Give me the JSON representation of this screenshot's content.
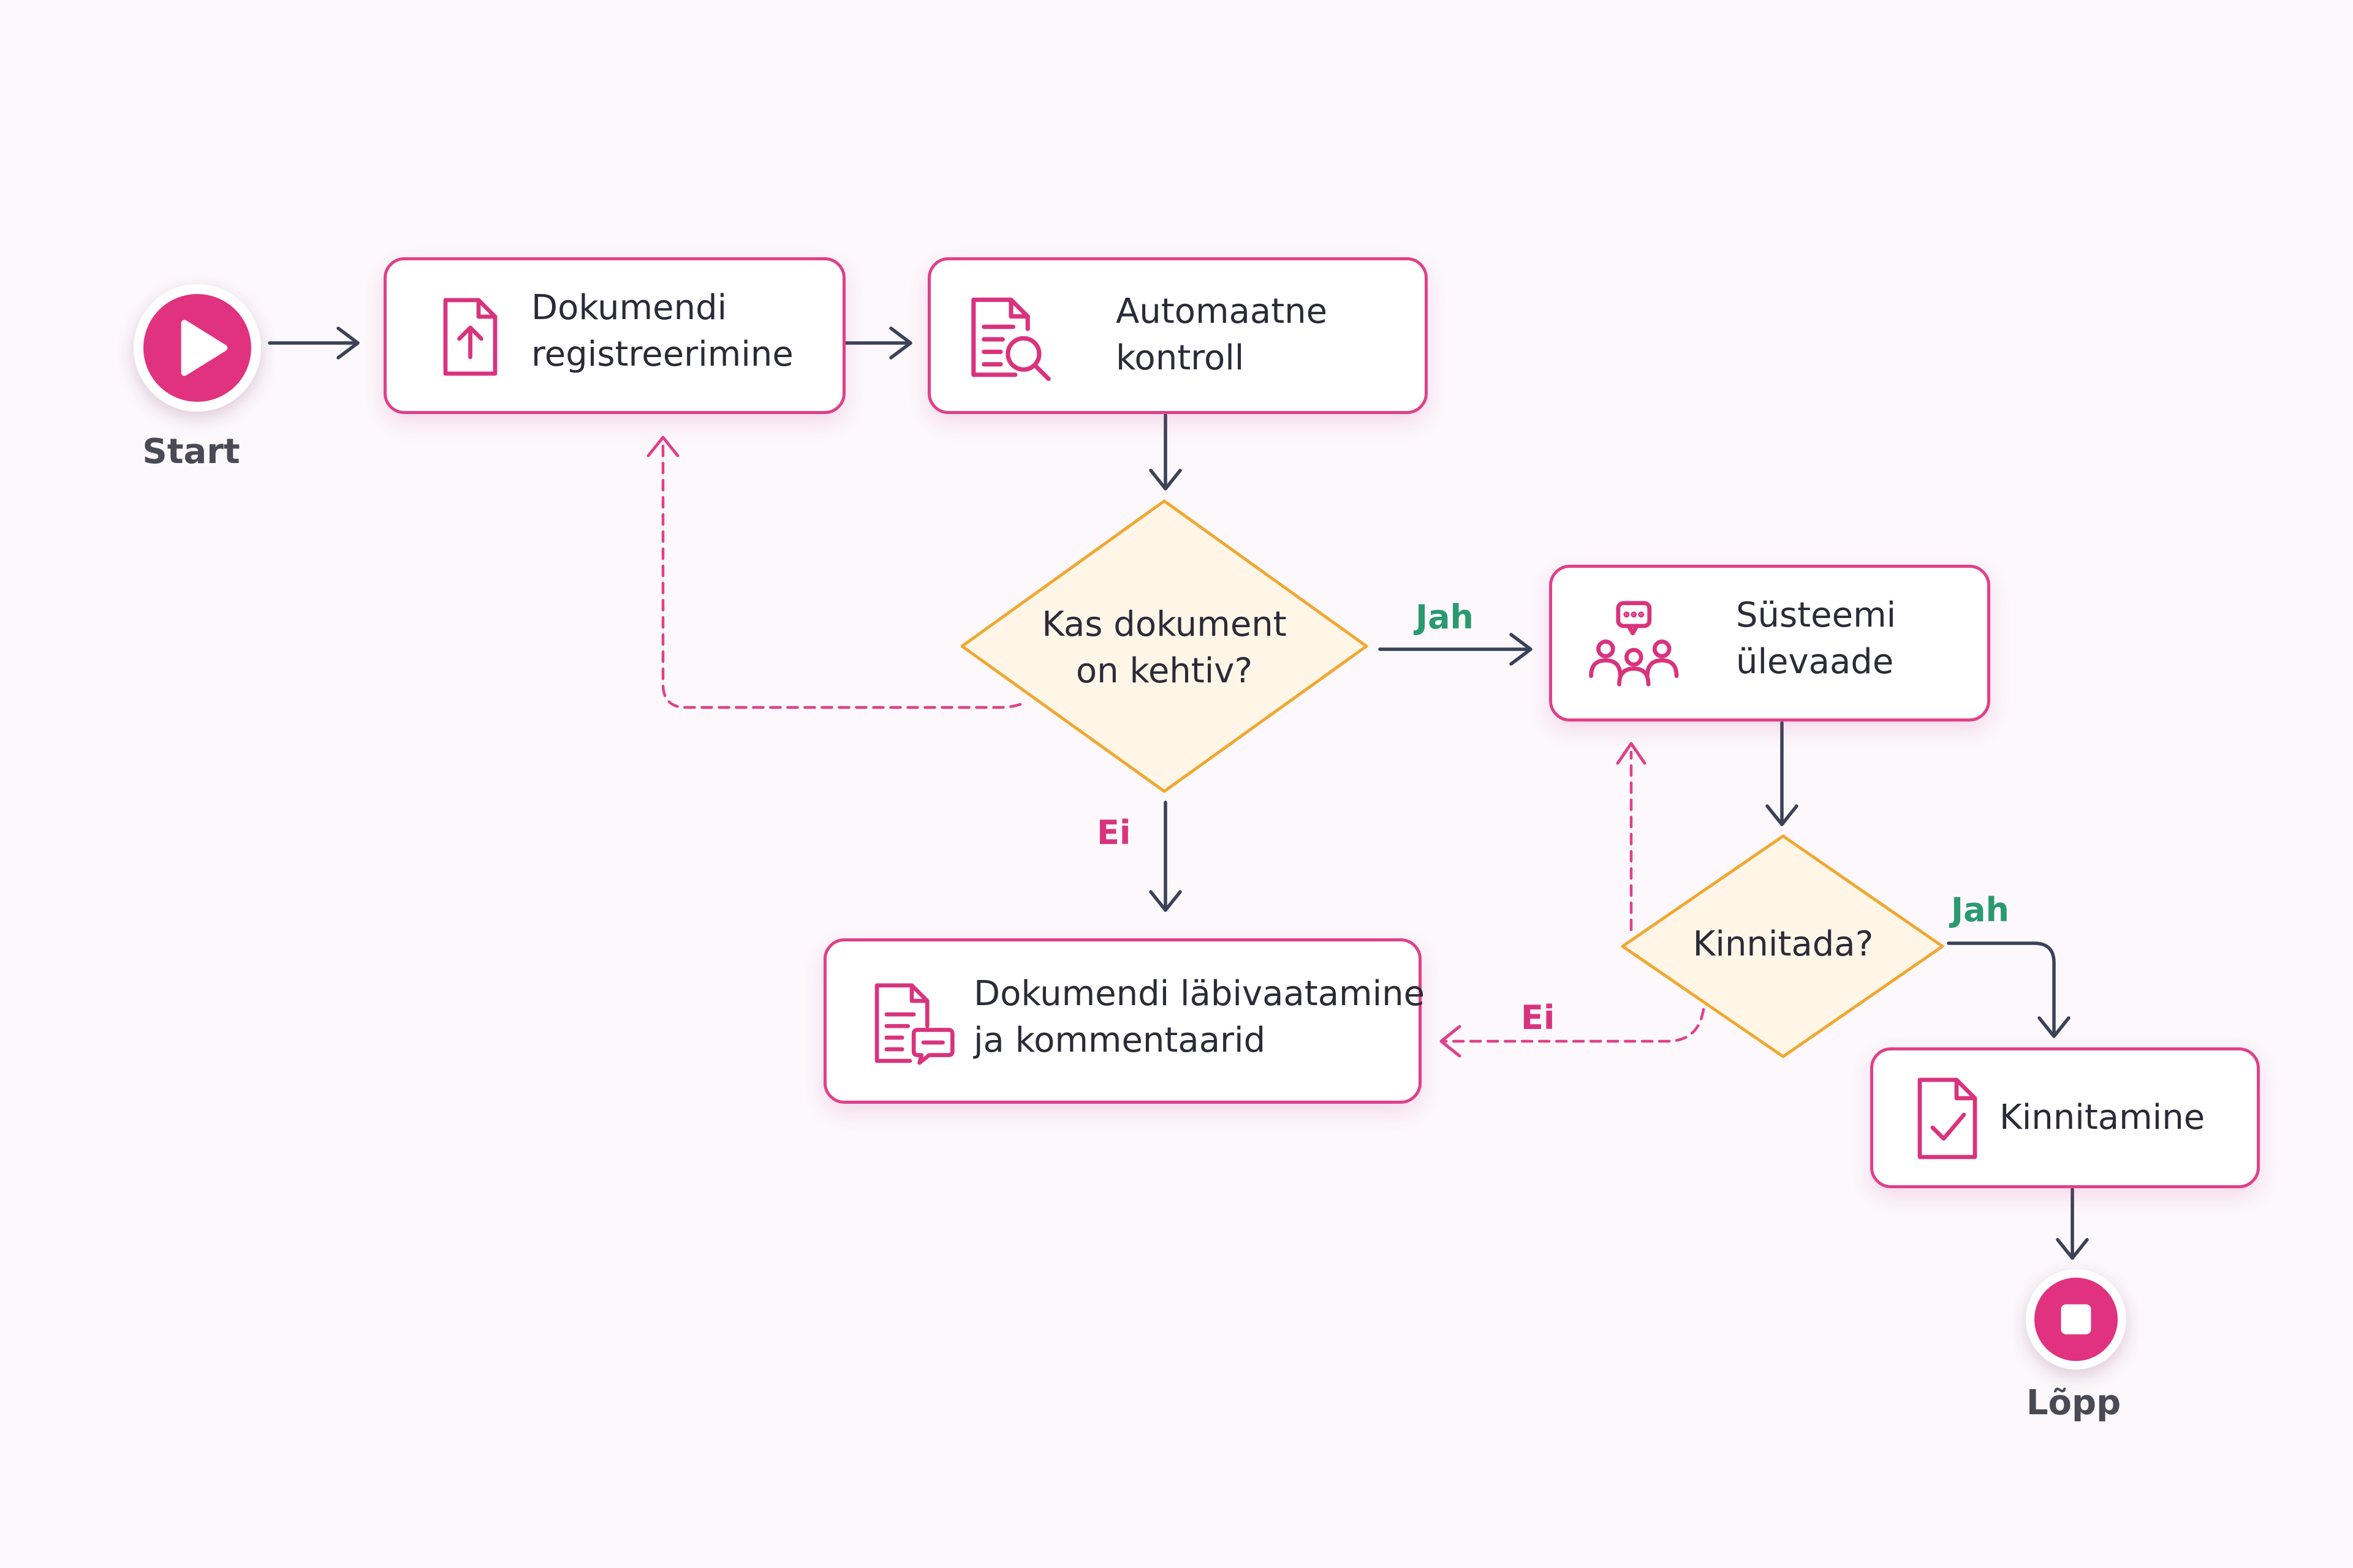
{
  "start": {
    "label": "Start"
  },
  "end": {
    "label": "Lõpp"
  },
  "steps": {
    "register": {
      "line1": "Dokumendi",
      "line2": "registreerimine"
    },
    "auto_check": {
      "line1": "Automaatne",
      "line2": "kontroll"
    },
    "system_review": {
      "line1": "Süsteemi",
      "line2": "ülevaade"
    },
    "review_comments": {
      "line1": "Dokumendi läbivaatamine",
      "line2": "ja kommentaarid"
    },
    "approval": {
      "line1": "Kinnitamine"
    }
  },
  "decisions": {
    "valid": {
      "line1": "Kas dokument",
      "line2": "on kehtiv?"
    },
    "confirm": {
      "line1": "Kinnitada?"
    }
  },
  "branches": {
    "valid_yes": "Jah",
    "valid_no": "Ei",
    "confirm_yes": "Jah",
    "confirm_no": "Ei"
  },
  "icons": {
    "register": "document-upload-icon",
    "auto_check": "document-search-icon",
    "system_review": "team-discussion-icon",
    "review_comments": "document-comment-icon",
    "approval": "document-check-icon",
    "start": "play-icon",
    "end": "stop-icon"
  },
  "colors": {
    "accent": "#e1327f",
    "decision_border": "#f0a832",
    "decision_fill": "#fff6e8",
    "arrow": "#3a4258",
    "yes": "#2a9a70",
    "no": "#d9337e"
  }
}
